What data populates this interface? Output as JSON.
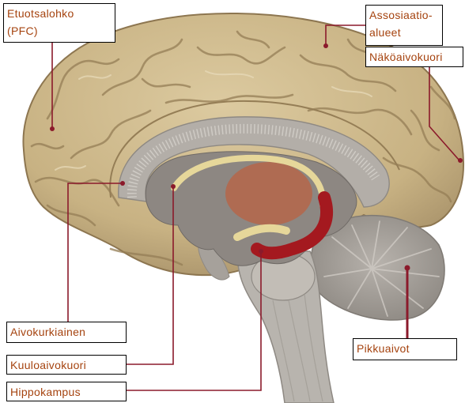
{
  "colors": {
    "label_text": "#a5430f",
    "leader_line": "#8b1a2b",
    "label_border": "#000000",
    "cerebrum": "#c8b283",
    "hippocampus": "#a4191f",
    "fornix": "#e6d79a"
  },
  "labels": {
    "etuotsalohko": {
      "line1": "Etuotsalohko",
      "line2": "(PFC)"
    },
    "assosiaatioalueet": {
      "line1": "Assosiaatio-",
      "line2": "alueet"
    },
    "nakoaivokuori": "Näköaivokuori",
    "aivokurkiainen": "Aivokurkiainen",
    "kuuloaivokuori": "Kuuloaivokuori",
    "hippokampus": "Hippokampus",
    "pikkuaivot": "Pikkuaivot"
  }
}
